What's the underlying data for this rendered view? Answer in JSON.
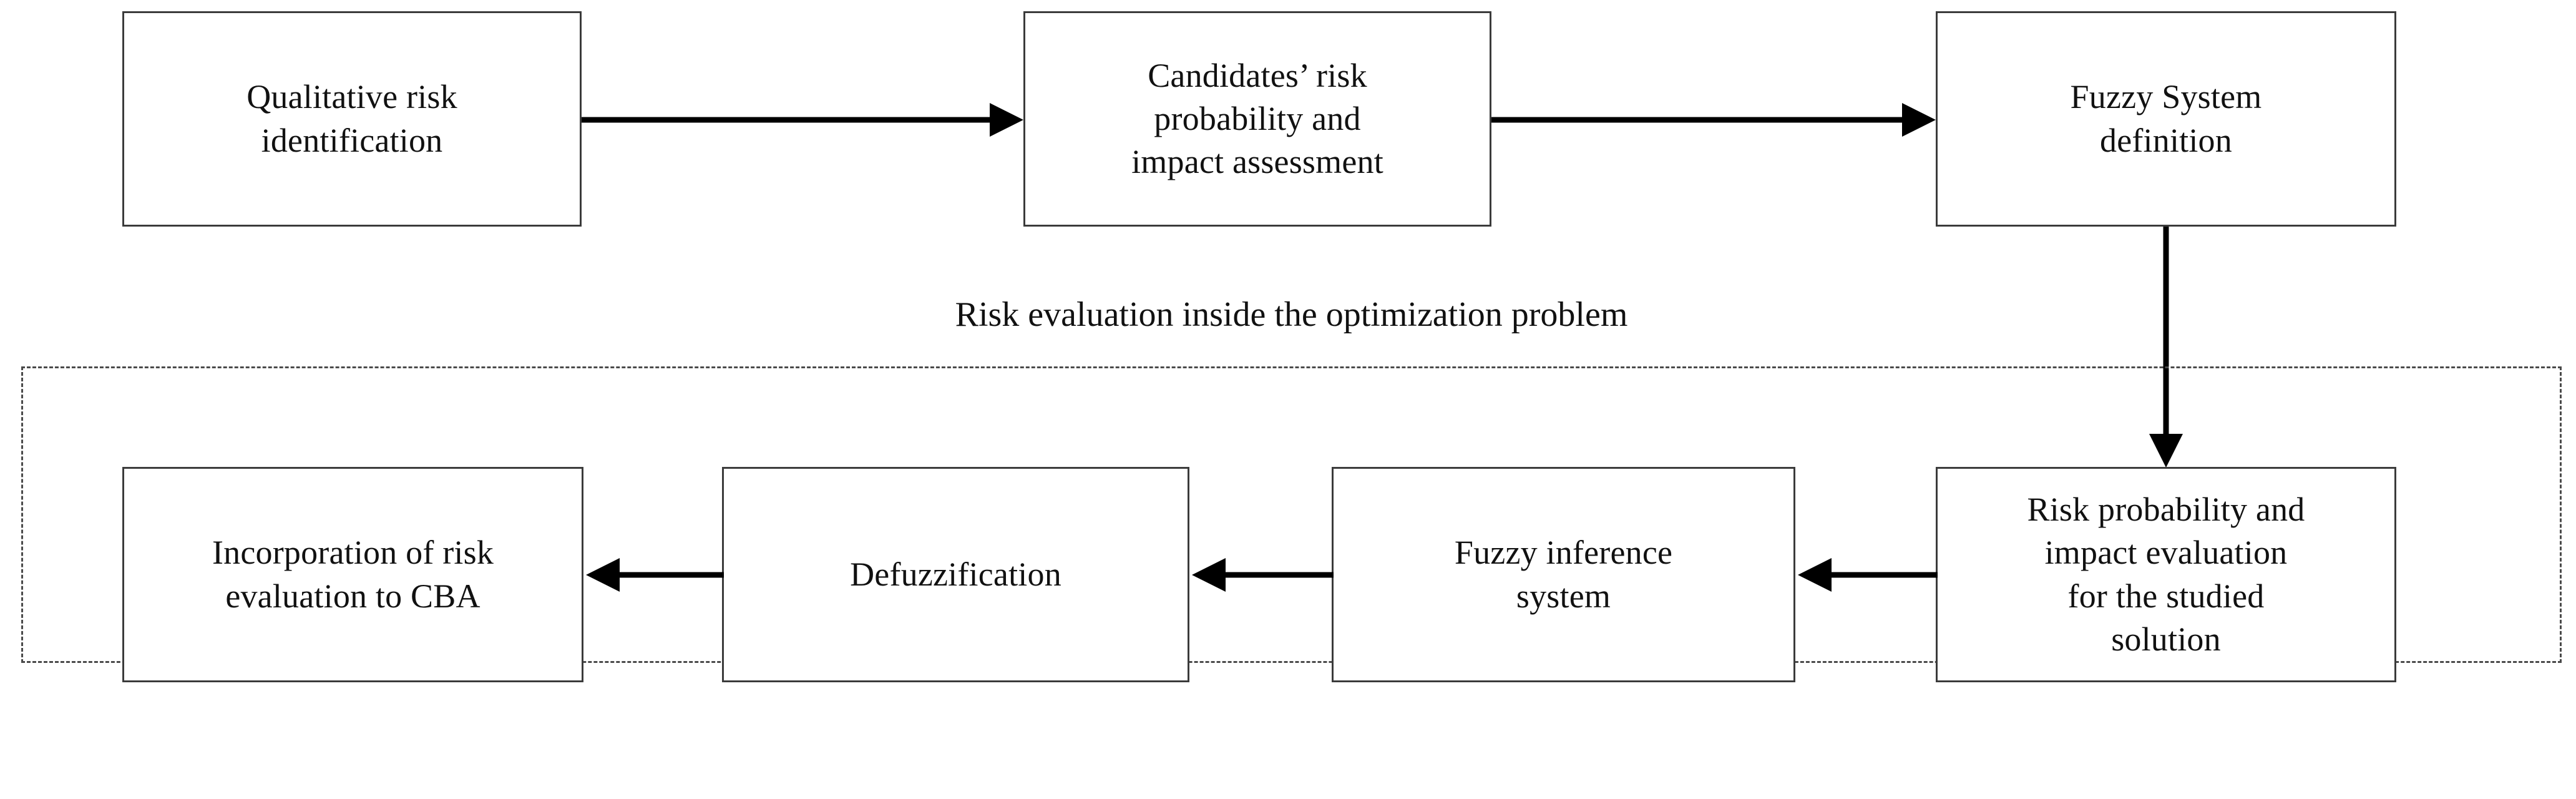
{
  "diagram": {
    "title": "Risk evaluation inside the optimization problem",
    "background_color": "#ffffff",
    "box_border_color": "#3b3b3b",
    "dashed_border_color": "#4a4a4a",
    "arrow_color": "#000000",
    "text_color": "#111111"
  },
  "group": {
    "caption": "Risk evaluation inside the optimization problem"
  },
  "nodes": [
    {
      "id": "qualitative-risk-identification",
      "label": "Qualitative risk\nidentification"
    },
    {
      "id": "candidates-risk-probability-and-impact-assessment",
      "label": "Candidates’ risk\nprobability and\nimpact assessment"
    },
    {
      "id": "fuzzy-system-definition",
      "label": "Fuzzy System\ndefinition"
    },
    {
      "id": "incorporation-of-risk-evaluation-to-cba",
      "label": "Incorporation of risk\nevaluation to CBA"
    },
    {
      "id": "defuzzification",
      "label": "Defuzzification"
    },
    {
      "id": "fuzzy-inference-system",
      "label": "Fuzzy inference\nsystem"
    },
    {
      "id": "risk-probability-and-impact-evaluation-for-the-studied-solution",
      "label": "Risk probability and\nimpact evaluation\nfor the studied\nsolution"
    }
  ],
  "connectors": [
    {
      "id": "arrow-qualitative-to-candidates",
      "from": "qualitative-risk-identification",
      "to": "candidates-risk-probability-and-impact-assessment",
      "direction": "right"
    },
    {
      "id": "arrow-candidates-to-fuzzy-system",
      "from": "candidates-risk-probability-and-impact-assessment",
      "to": "fuzzy-system-definition",
      "direction": "right"
    },
    {
      "id": "arrow-fuzzy-system-to-risk-evaluation",
      "from": "fuzzy-system-definition",
      "to": "risk-probability-and-impact-evaluation-for-the-studied-solution",
      "direction": "down"
    },
    {
      "id": "arrow-risk-evaluation-to-fuzzy-inference",
      "from": "risk-probability-and-impact-evaluation-for-the-studied-solution",
      "to": "fuzzy-inference-system",
      "direction": "left"
    },
    {
      "id": "arrow-fuzzy-inference-to-defuzzification",
      "from": "fuzzy-inference-system",
      "to": "defuzzification",
      "direction": "left"
    },
    {
      "id": "arrow-defuzzification-to-incorporation",
      "from": "defuzzification",
      "to": "incorporation-of-risk-evaluation-to-cba",
      "direction": "left"
    }
  ]
}
